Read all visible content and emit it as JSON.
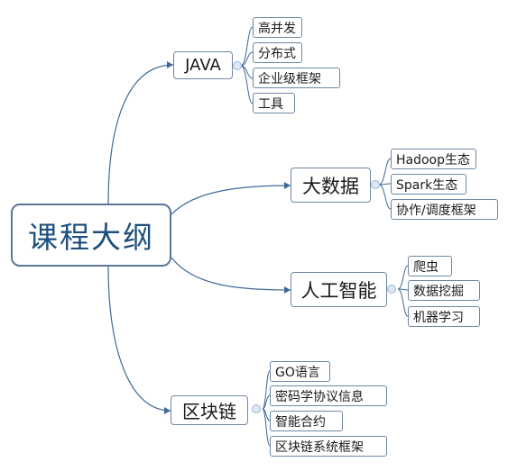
{
  "diagram": {
    "root": {
      "label": "课程大纲"
    },
    "branches": [
      {
        "label": "JAVA",
        "children": [
          "高并发",
          "分布式",
          "企业级框架",
          "工具"
        ]
      },
      {
        "label": "大数据",
        "children": [
          "Hadoop生态",
          "Spark生态",
          "协作/调度框架"
        ]
      },
      {
        "label": "人工智能",
        "children": [
          "爬虫",
          "数据挖掘",
          "机器学习"
        ]
      },
      {
        "label": "区块链",
        "children": [
          "GO语言",
          "密码学协议信息",
          "智能合约",
          "区块链系统框架"
        ]
      }
    ]
  },
  "colors": {
    "connector": "#3f6a96",
    "node_border": "#6d87a4",
    "root_text": "#1d4f7d",
    "collapse_dot_fill": "#dce8f5"
  }
}
